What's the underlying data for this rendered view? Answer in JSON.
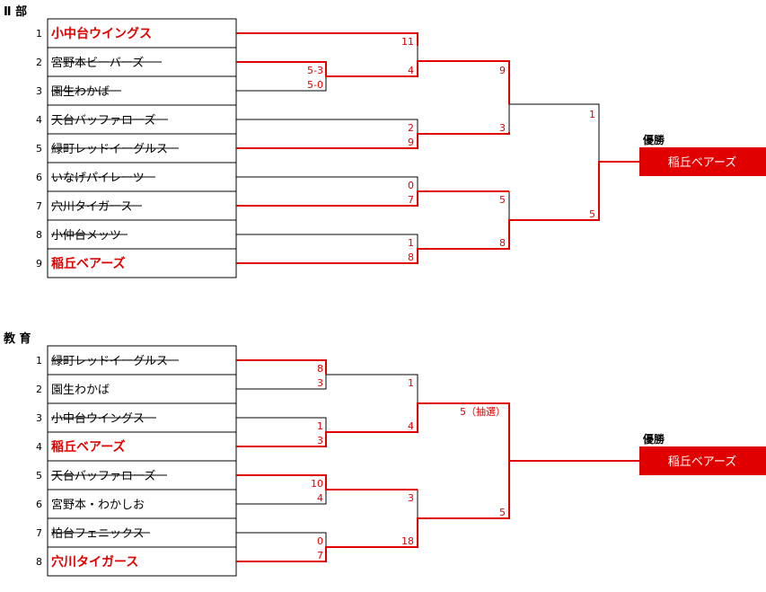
{
  "colors": {
    "red": "#e00000",
    "black": "#000000",
    "white": "#ffffff"
  },
  "sections": [
    {
      "title": "Ⅱ 部",
      "teams": [
        {
          "no": "1",
          "name": "小中台ウイングス",
          "status": "winner"
        },
        {
          "no": "2",
          "name": "宮野本ビーバーズ",
          "status": "lost"
        },
        {
          "no": "3",
          "name": "園生わかば",
          "status": "lost"
        },
        {
          "no": "4",
          "name": "天台バッファローズ",
          "status": "lost"
        },
        {
          "no": "5",
          "name": "緑町レッドイーグルス",
          "status": "lost"
        },
        {
          "no": "6",
          "name": "いなげパイレーツ",
          "status": "lost"
        },
        {
          "no": "7",
          "name": "穴川タイガース",
          "status": "lost"
        },
        {
          "no": "8",
          "name": "小仲台メッツ",
          "status": "lost"
        },
        {
          "no": "9",
          "name": "稲丘ベアーズ",
          "status": "winner"
        }
      ],
      "scores": [
        "11",
        "4",
        "5-3",
        "5-0",
        "2",
        "9",
        "0",
        "7",
        "1",
        "8",
        "9",
        "3",
        "5",
        "8",
        "1",
        "5"
      ],
      "champion_label": "優勝",
      "champion": "稲丘ベアーズ"
    },
    {
      "title": "教 育",
      "teams": [
        {
          "no": "1",
          "name": "緑町レッドイーグルス",
          "status": "lost"
        },
        {
          "no": "2",
          "name": "園生わかば",
          "status": "plain"
        },
        {
          "no": "3",
          "name": "小中台ウイングス",
          "status": "lost"
        },
        {
          "no": "4",
          "name": "稲丘ベアーズ",
          "status": "winner"
        },
        {
          "no": "5",
          "name": "天台バッファローズ",
          "status": "lost"
        },
        {
          "no": "6",
          "name": "宮野本・わかしお",
          "status": "plain"
        },
        {
          "no": "7",
          "name": "柏台フェニックス",
          "status": "lost"
        },
        {
          "no": "8",
          "name": "穴川タイガース",
          "status": "winner"
        }
      ],
      "scores": [
        "8",
        "3",
        "1",
        "3",
        "10",
        "4",
        "0",
        "7",
        "1",
        "4",
        "3",
        "18",
        "5（抽選）",
        "5"
      ],
      "champion_label": "優勝",
      "champion": "稲丘ベアーズ"
    }
  ]
}
